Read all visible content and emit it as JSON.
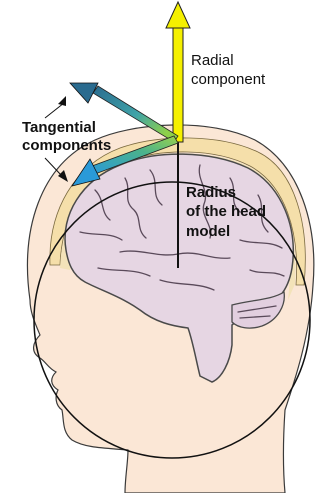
{
  "labels": {
    "radial_line1": "Radial",
    "radial_line2": "component",
    "tangential_line1": "Tangential",
    "tangential_line2": "components",
    "radius_line1": "Radius",
    "radius_line2": "of the head",
    "radius_line3": "model"
  },
  "colors": {
    "skin": "#FBE7D6",
    "scalp": "#F5DFAA",
    "brain": "#E6D6E3",
    "brain_outline": "#4A4A4A",
    "radial_arrow": "#F5F000",
    "tangential_arrow_a": "#2A9AD8",
    "tangential_arrow_b": "#53B84E",
    "tangential_arrow_dark": "#2A6B8F"
  }
}
